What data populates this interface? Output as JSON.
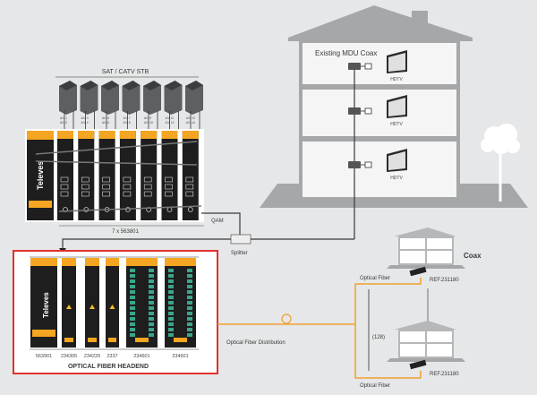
{
  "diagram": {
    "stb_group_label": "SAT / CATV STB",
    "stb_av_labels": [
      [
        "A/V 1",
        "A/V 2"
      ],
      [
        "A/V 3",
        "A/V 4"
      ],
      [
        "A/V 5",
        "A/V 6"
      ],
      [
        "A/V 7",
        "A/V 8"
      ],
      [
        "A/V 9",
        "A/V 10"
      ],
      [
        "A/V 11",
        "A/V 12"
      ],
      [
        "A/V 13",
        "A/V 14"
      ]
    ],
    "brand_label": "Televes",
    "modulator_count_label": "7 x 563801",
    "qam_label": "QAM",
    "splitter_label": "Splitter",
    "building_label": "Existing MDU Coax",
    "tv_labels": [
      "HDTV",
      "HDTV",
      "HDTV"
    ],
    "headend": {
      "title": "OPTICAL FIBER HEADEND",
      "modules": [
        "563901",
        "234305",
        "234220",
        "2337",
        "234601",
        "234601"
      ]
    },
    "distribution_label": "Optical Fiber Distribution",
    "fiber_labels": [
      "Optical Fiber",
      "Optical Fiber"
    ],
    "split_count_label": "(128)",
    "coax_label": "Coax",
    "ref_labels": [
      "REF.231180",
      "REF.231180"
    ],
    "colors": {
      "background": "#e6e7e8",
      "headend_border": "#e0322c",
      "fiber": "#f0a030",
      "module_orange": "#f4a522",
      "module_dark": "#1e1e1e",
      "building": "#a5a7a9",
      "cable": "#3a3a3a"
    }
  }
}
